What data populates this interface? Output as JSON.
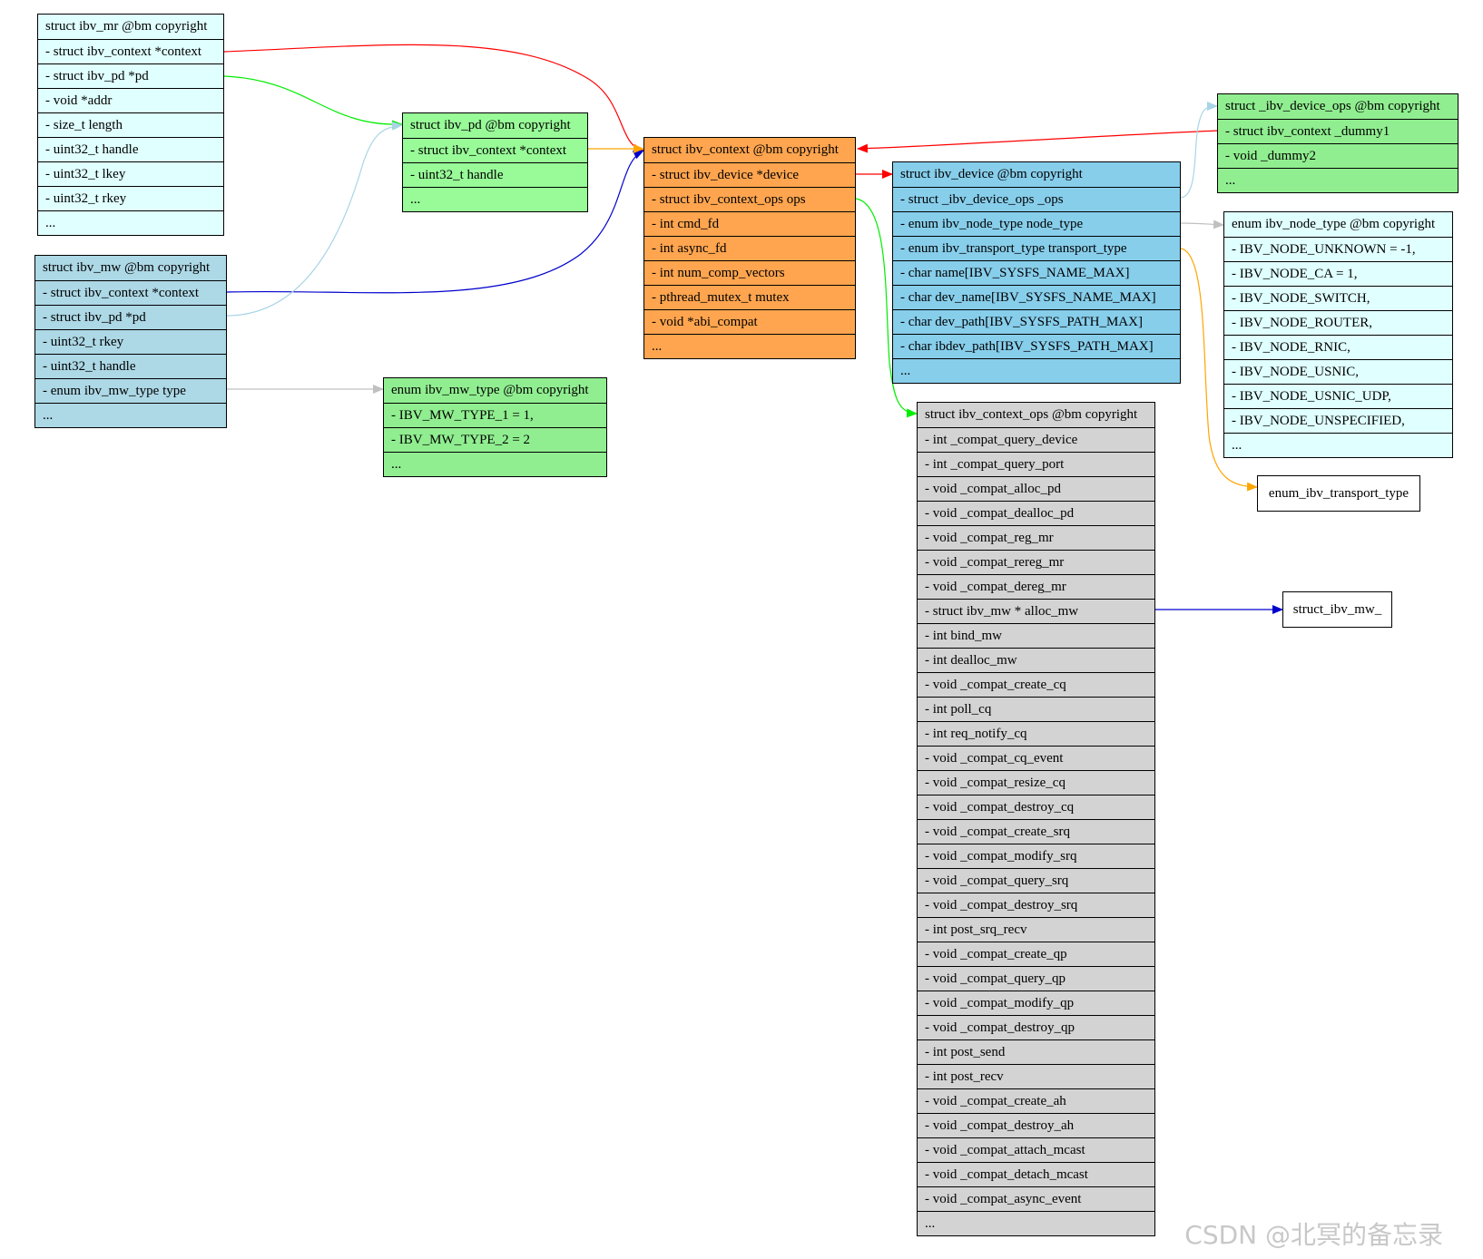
{
  "nodes": {
    "ibv_mr": {
      "color": "#e0ffff",
      "title": "struct ibv_mr @bm copyright",
      "fields": [
        "- struct ibv_context *context",
        "- struct ibv_pd *pd",
        "- void *addr",
        "- size_t length",
        "- uint32_t handle",
        "- uint32_t lkey",
        "- uint32_t rkey",
        "..."
      ]
    },
    "ibv_mw": {
      "color": "#add8e6",
      "title": "struct ibv_mw @bm copyright",
      "fields": [
        "- struct ibv_context *context",
        "- struct ibv_pd *pd",
        "- uint32_t rkey",
        "- uint32_t handle",
        "- enum ibv_mw_type type",
        "..."
      ]
    },
    "ibv_pd": {
      "color": "#98fb98",
      "title": "struct ibv_pd @bm copyright",
      "fields": [
        "- struct ibv_context *context",
        "- uint32_t handle",
        "..."
      ]
    },
    "ibv_mw_type": {
      "color": "#90ee90",
      "title": "enum ibv_mw_type @bm copyright",
      "fields": [
        "- IBV_MW_TYPE_1 = 1,",
        "- IBV_MW_TYPE_2 = 2",
        "..."
      ]
    },
    "ibv_context": {
      "color": "#ffa54f",
      "title": "struct ibv_context @bm copyright",
      "fields": [
        "- struct ibv_device *device",
        "- struct ibv_context_ops ops",
        "- int cmd_fd",
        "- int async_fd",
        "- int num_comp_vectors",
        "- pthread_mutex_t mutex",
        "- void *abi_compat",
        "..."
      ]
    },
    "ibv_device": {
      "color": "#87ceeb",
      "title": "struct ibv_device @bm copyright",
      "fields": [
        "- struct _ibv_device_ops _ops",
        "- enum ibv_node_type node_type",
        "- enum ibv_transport_type transport_type",
        "- char name[IBV_SYSFS_NAME_MAX]",
        "- char dev_name[IBV_SYSFS_NAME_MAX]",
        "- char dev_path[IBV_SYSFS_PATH_MAX]",
        "- char ibdev_path[IBV_SYSFS_PATH_MAX]",
        "..."
      ]
    },
    "ibv_device_ops": {
      "color": "#90ee90",
      "title": "struct _ibv_device_ops @bm copyright",
      "fields": [
        "- struct ibv_context _dummy1",
        "- void _dummy2",
        "..."
      ]
    },
    "ibv_node_type": {
      "color": "#e0ffff",
      "title": "enum ibv_node_type @bm copyright",
      "fields": [
        "- IBV_NODE_UNKNOWN = -1,",
        "- IBV_NODE_CA = 1,",
        "- IBV_NODE_SWITCH,",
        "- IBV_NODE_ROUTER,",
        "- IBV_NODE_RNIC,",
        "- IBV_NODE_USNIC,",
        "- IBV_NODE_USNIC_UDP,",
        "- IBV_NODE_UNSPECIFIED,",
        "..."
      ]
    },
    "ibv_transport_type": {
      "label": "enum_ibv_transport_type"
    },
    "ibv_context_ops": {
      "color": "#d3d3d3",
      "title": "struct ibv_context_ops @bm copyright",
      "fields": [
        "- int _compat_query_device",
        "- int _compat_query_port",
        "- void _compat_alloc_pd",
        "- void _compat_dealloc_pd",
        "- void _compat_reg_mr",
        "- void _compat_rereg_mr",
        "- void _compat_dereg_mr",
        "- struct ibv_mw * alloc_mw",
        "- int bind_mw",
        "- int dealloc_mw",
        "- void _compat_create_cq",
        "- int poll_cq",
        "- int req_notify_cq",
        "- void _compat_cq_event",
        "- void _compat_resize_cq",
        "- void _compat_destroy_cq",
        "- void _compat_create_srq",
        "- void _compat_modify_srq",
        "- void _compat_query_srq",
        "- void _compat_destroy_srq",
        "- int post_srq_recv",
        "- void _compat_create_qp",
        "- void _compat_query_qp",
        "- void _compat_modify_qp",
        "- void _compat_destroy_qp",
        "- int post_send",
        "- int post_recv",
        "- void _compat_create_ah",
        "- void _compat_destroy_ah",
        "- void _compat_attach_mcast",
        "- void _compat_detach_mcast",
        "- void _compat_async_event",
        "..."
      ]
    },
    "ibv_mw_ref": {
      "label": "struct_ibv_mw_"
    }
  },
  "edge_colors": {
    "red": "#ff0000",
    "green": "#00ee00",
    "blue": "#0000cd",
    "light_blue": "#a8d4e6",
    "gray": "#c0c0c0",
    "orange": "#ffa500"
  },
  "watermark": "CSDN @北冥的备忘录"
}
